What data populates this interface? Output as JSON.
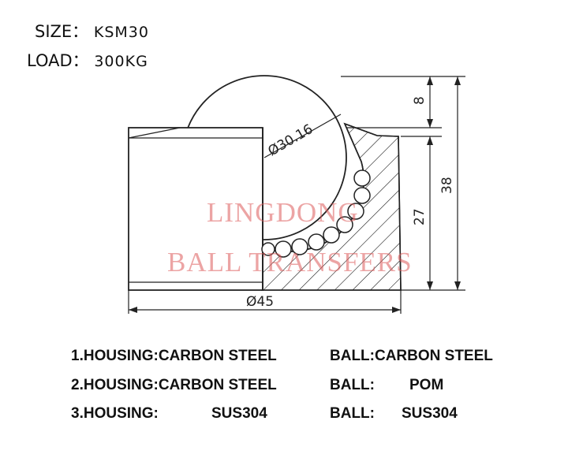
{
  "spec": {
    "size_label": "SIZE：",
    "size_value": "KSM30",
    "load_label": "LOAD：",
    "load_value": "300KG"
  },
  "dimensions": {
    "ball_diameter": "Ø30.16",
    "ball_height": "8",
    "total_height": "38",
    "housing_height": "27",
    "housing_diameter": "Ø45"
  },
  "watermark": {
    "line1": "LINGDONG",
    "line2": "BALL TRANSFERS"
  },
  "materials": [
    {
      "option": "1.HOUSING:CARBON STEEL",
      "ball_label": "BALL:CARBON STEEL",
      "ball_value": ""
    },
    {
      "option": "2.HOUSING:CARBON STEEL",
      "ball_label": "BALL:",
      "ball_value": "POM"
    },
    {
      "option": "3.HOUSING:",
      "housing_value": "SUS304",
      "ball_label": "BALL:",
      "ball_value": "SUS304"
    }
  ]
}
